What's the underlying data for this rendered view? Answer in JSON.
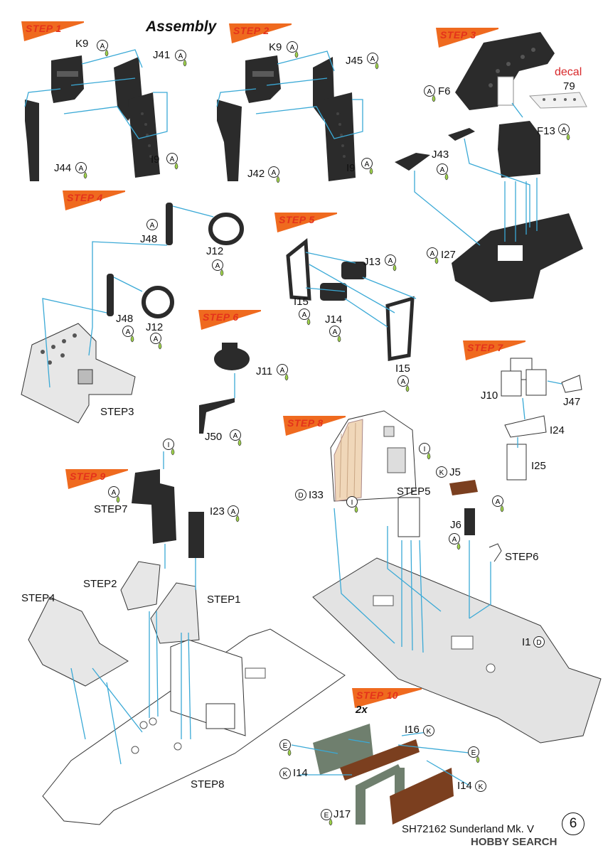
{
  "title": "Assembly",
  "steps": {
    "s1": "STEP 1",
    "s2": "STEP 2",
    "s3": "STEP 3",
    "s4": "STEP 4",
    "s5": "STEP 5",
    "s6": "STEP 6",
    "s7": "STEP 7",
    "s8": "STEP 8",
    "s9": "STEP 9",
    "s10": "STEP 10"
  },
  "step10_qty": "2x",
  "decal_label": "decal",
  "decal_num": "79",
  "parts": {
    "k9_a": "K9",
    "j41": "J41",
    "j44": "J44",
    "i9_a": "I9",
    "k9_b": "K9",
    "j45": "J45",
    "j42": "J42",
    "i9_b": "I9",
    "f6": "F6",
    "f13": "F13",
    "j43": "J43",
    "i27": "I27",
    "j48_a": "J48",
    "j12_a": "J12",
    "j48_b": "J48",
    "j12_b": "J12",
    "step3_ref": "STEP3",
    "j13": "J13",
    "i15_a": "I15",
    "j14": "J14",
    "i15_b": "I15",
    "j11": "J11",
    "j50": "J50",
    "j10": "J10",
    "j47": "J47",
    "i24": "I24",
    "i25": "I25",
    "i33": "I33",
    "step5_ref": "STEP5",
    "j5": "J5",
    "j6": "J6",
    "step6_ref": "STEP6",
    "i1": "I1",
    "step7_ref": "STEP7",
    "i23": "I23",
    "step2_ref": "STEP2",
    "step1_ref": "STEP1",
    "step4_ref": "STEP4",
    "step8_ref": "STEP8",
    "i16": "I16",
    "i14_a": "I14",
    "i14_b": "I14",
    "j17": "J17"
  },
  "badges": {
    "A": "A",
    "D": "D",
    "I": "I",
    "K": "K",
    "E": "E"
  },
  "footer": "SH72162 Sunderland Mk. V",
  "page_number": "6",
  "watermark": "HOBBY SEARCH",
  "colors": {
    "step_flag": "#ef6a1f",
    "step_text": "#e4321b",
    "guide_line": "#3aa9d6",
    "part_dark": "#2b2b2b",
    "floor_grey": "#e3e3e3",
    "curtain": "#f0d7b9",
    "wood": "#7b3f1f",
    "green_grey": "#6f7f6e",
    "paint_drop": "#9fd34a",
    "decal_red": "#d8282a"
  }
}
